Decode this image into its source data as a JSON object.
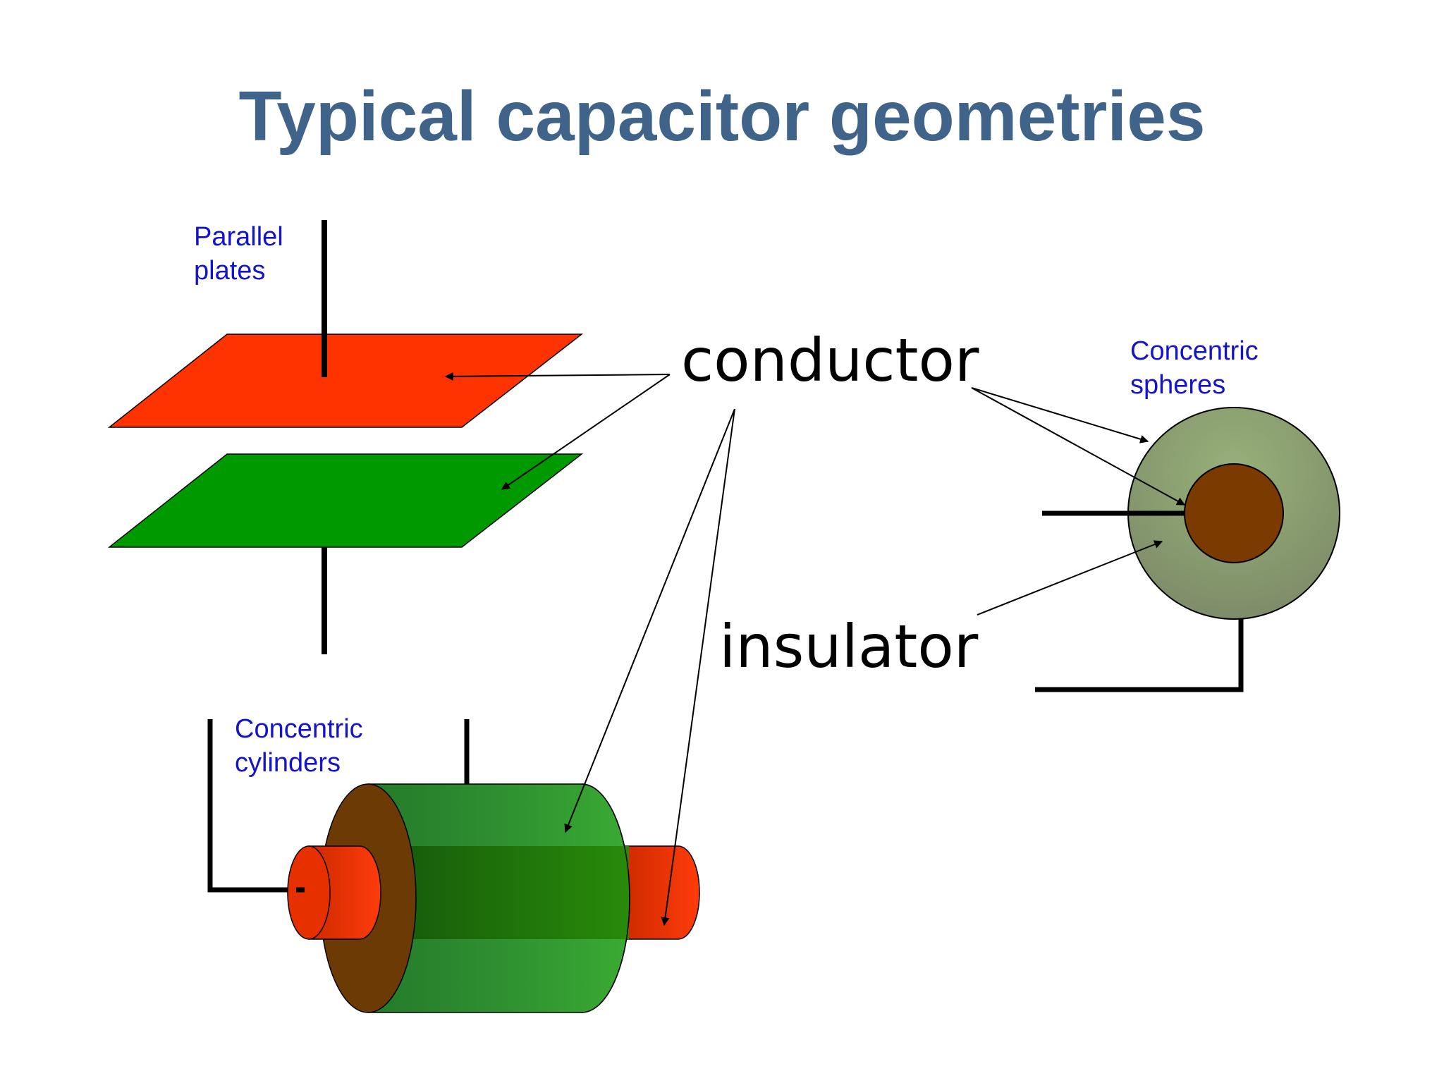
{
  "slide": {
    "title": "Typical capacitor geometries"
  },
  "labels": {
    "parallel_plates": [
      "Parallel",
      "plates"
    ],
    "concentric_cylinders": [
      "Concentric",
      "cylinders"
    ],
    "concentric_spheres": [
      "Concentric",
      "spheres"
    ],
    "conductor": "conductor",
    "insulator": "insulator"
  },
  "colors": {
    "title": "#3f6389",
    "blue_label": "#1414c8",
    "red_conductor": "#ff3300",
    "green_conductor": "#009900",
    "brown_core": "#7a3a00",
    "sphere_insulator": "#8aa06a"
  }
}
